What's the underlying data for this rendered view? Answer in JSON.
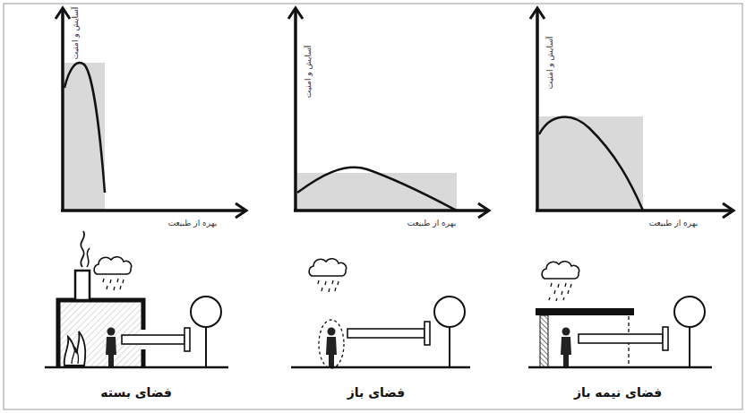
{
  "diagram": {
    "labels": [
      "آسایش و امنیت",
      "بهره از طبیعت",
      "فضای بسته",
      "آسایش و امنیت",
      "بهره از طبیعت",
      "فضای باز",
      "آسایش و امنیت",
      "بهره از طبیعت",
      "فضای نیمه باز"
    ]
  }
}
